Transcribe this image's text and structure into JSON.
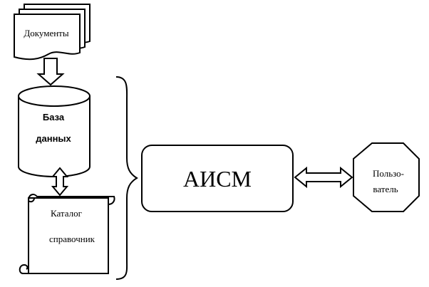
{
  "nodes": {
    "documents": {
      "label": "Документы"
    },
    "database": {
      "line1": "База",
      "line2": "данных"
    },
    "catalog": {
      "line1": "Каталог",
      "line2": "справочник"
    },
    "aism": {
      "label": "АИСМ"
    },
    "user": {
      "line1": "Пользо-",
      "line2": "ватель"
    }
  },
  "colors": {
    "stroke": "#000000",
    "fill": "#ffffff"
  }
}
